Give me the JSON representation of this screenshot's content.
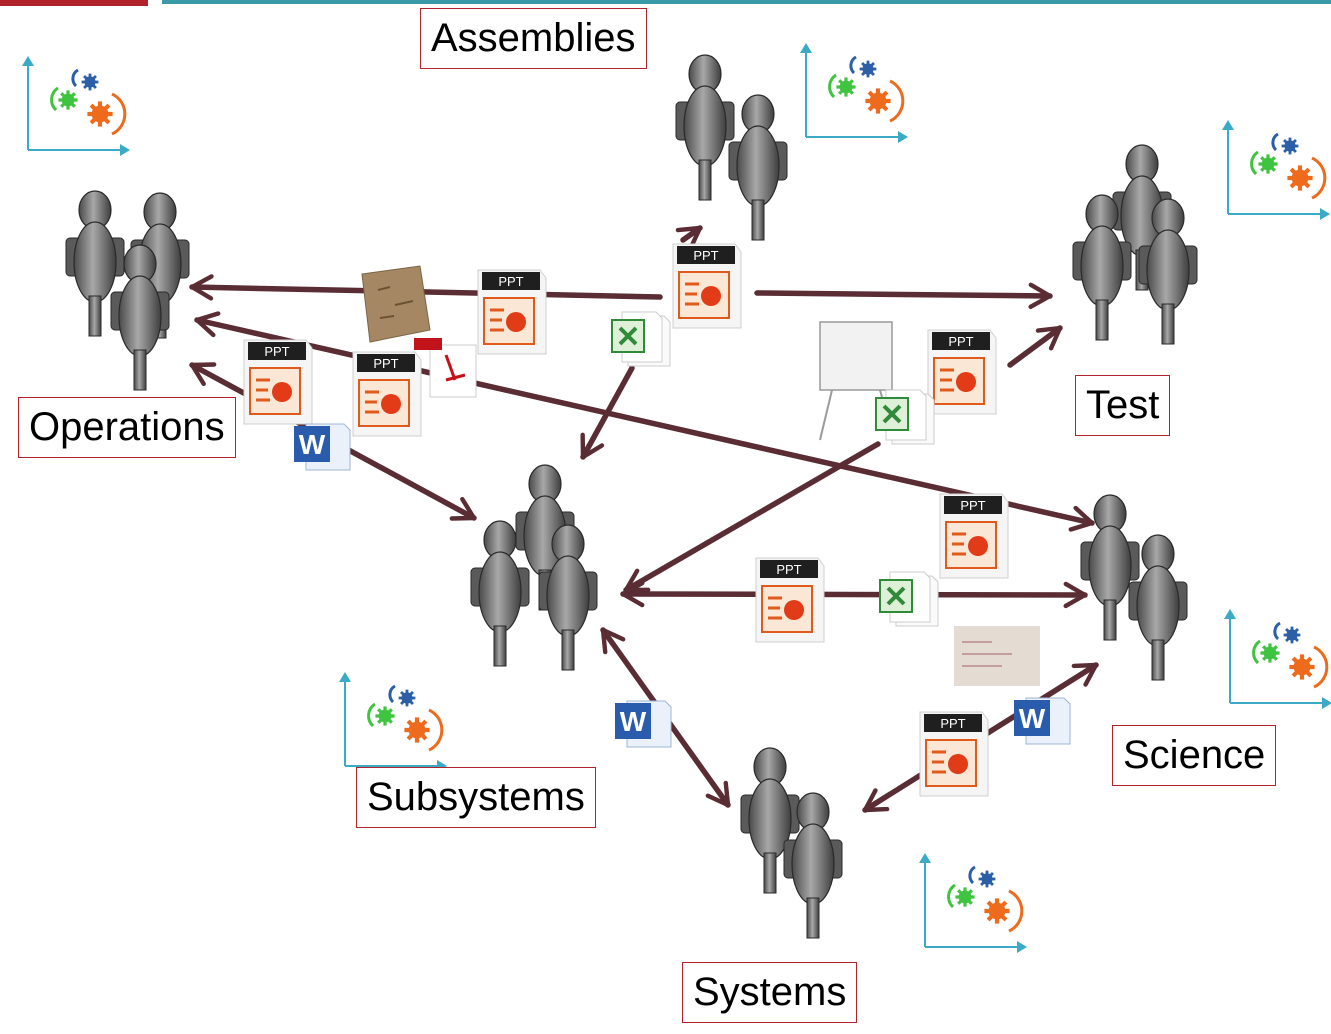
{
  "teams": [
    {
      "id": "assemblies",
      "label": "Assemblies"
    },
    {
      "id": "operations",
      "label": "Operations"
    },
    {
      "id": "test",
      "label": "Test"
    },
    {
      "id": "science",
      "label": "Science"
    },
    {
      "id": "subsystems",
      "label": "Subsystems"
    },
    {
      "id": "systems",
      "label": "Systems"
    }
  ],
  "doc_badge_text": "PPT",
  "word_glyph": "W",
  "colors": {
    "arrow": "#5a2c33",
    "label_border": "#b0232a",
    "person_fill": "#8a8a8a",
    "axis": "#3aaac6",
    "gear_blue": "#2c5fa8",
    "gear_green": "#3fc43f",
    "gear_orange": "#ee6a1c",
    "topbar_red": "#b0232a",
    "topbar_teal": "#3a9aa8"
  },
  "icons": [
    "people-group-icon",
    "ppt-document-icon",
    "excel-document-icon",
    "word-document-icon",
    "pdf-document-icon",
    "flipchart-icon",
    "sketch-paper-icon",
    "analysis-chart-icon"
  ]
}
